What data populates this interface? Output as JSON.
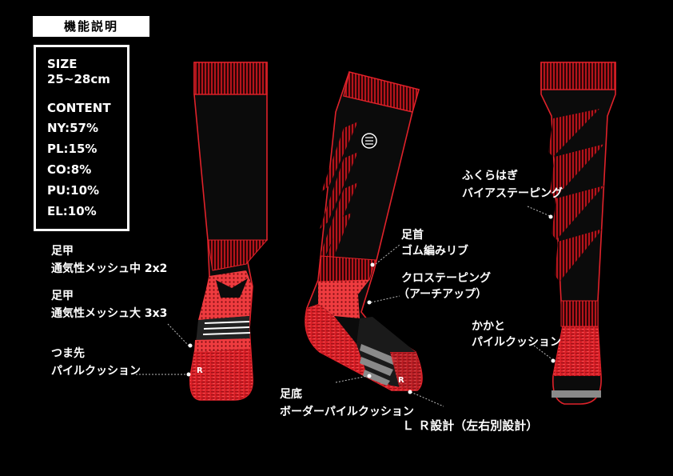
{
  "header": {
    "title": "機能説明"
  },
  "specs": {
    "size_label": "SIZE",
    "size_value": "25~28cm",
    "content_label": "CONTENT",
    "materials": [
      "NY:57%",
      "PL:15%",
      "CO:8%",
      "PU:10%",
      "EL:10%"
    ]
  },
  "labels": {
    "instep_2x2": [
      "足甲",
      "通気性メッシュ中 2x2"
    ],
    "instep_3x3": [
      "足甲",
      "通気性メッシュ大 3x3"
    ],
    "toe": [
      "つま先",
      "パイルクッション"
    ],
    "ankle": [
      "足首",
      "ゴム編みリブ"
    ],
    "arch": [
      "クロステーピング",
      "（アーチアップ）"
    ],
    "sole": [
      "足底",
      "ボーダーパイルクッション"
    ],
    "lr": "Ｌ Ｒ設計（左右別設計）",
    "calf": [
      "ふくらはぎ",
      "バイアステーピング"
    ],
    "heel": [
      "かかと",
      "パイルクッション"
    ]
  },
  "sock_letter": "R",
  "colors": {
    "red": "#e0222a",
    "dark_red": "#5a0a0e",
    "gray": "#8a8a8a",
    "black": "#000000",
    "white": "#ffffff"
  },
  "icons": {
    "logo": "hexagon-logo-icon"
  }
}
